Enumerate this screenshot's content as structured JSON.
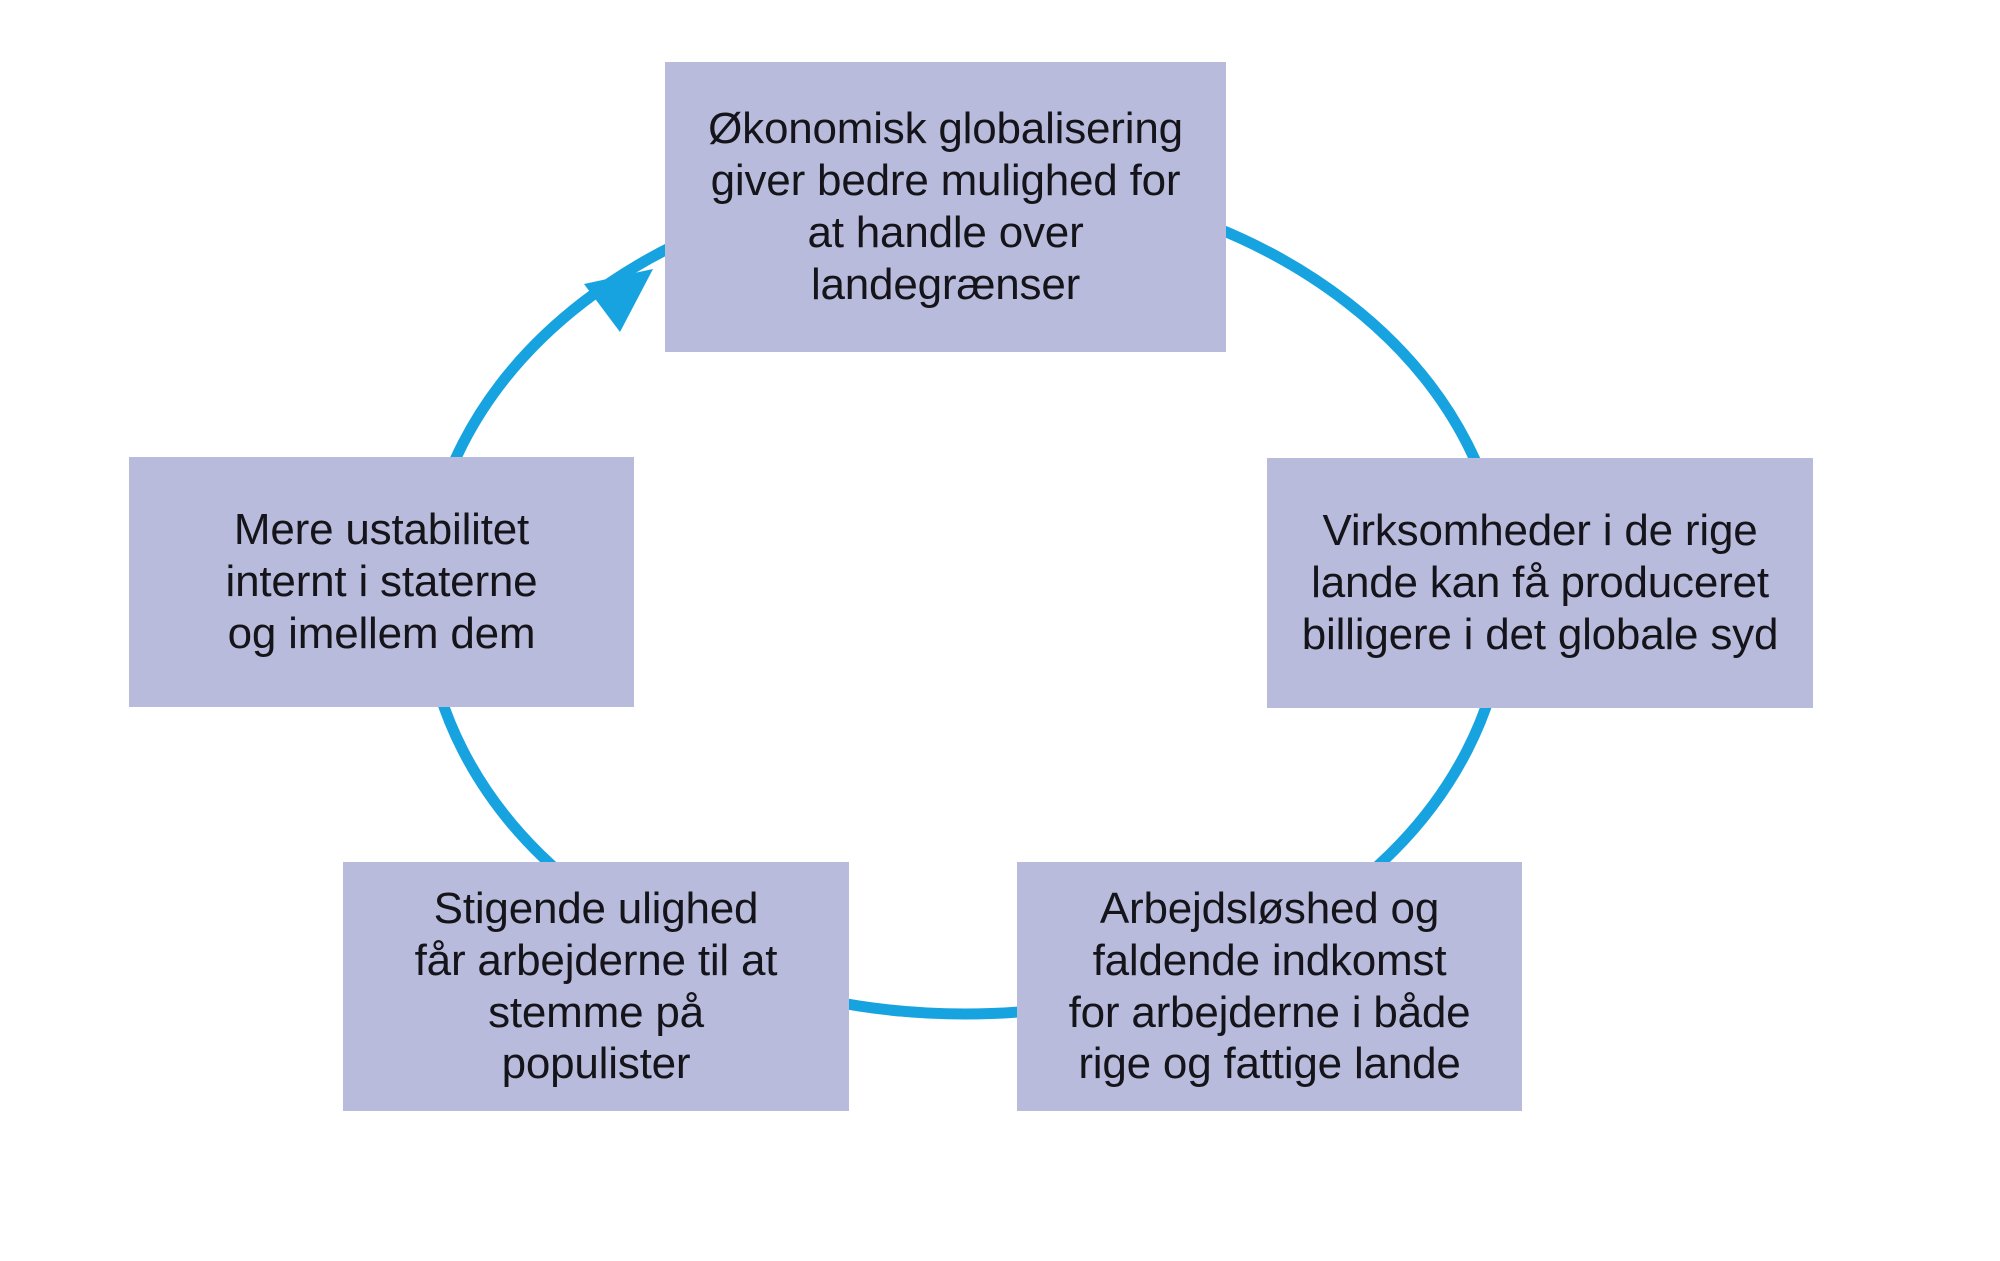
{
  "diagram": {
    "type": "cycle",
    "language": "da",
    "background_color": "#ffffff",
    "node_fill_color": "#b8bbdb",
    "node_text_color": "#14141a",
    "arrow_color": "#17a3e0",
    "cycle_order": [
      "top",
      "right",
      "bottom_right",
      "bottom_left",
      "left"
    ],
    "arrow": {
      "shape": "ellipse",
      "direction": "clockwise",
      "arrowhead_location": "upper-left, pointing to top node"
    },
    "nodes": {
      "top": {
        "text": "Økonomisk globalisering\ngiver bedre mulighed for\nat handle over\nlandegrænser"
      },
      "right": {
        "text": "Virksomheder i de rige\nlande kan få produceret\nbilligere i det globale syd"
      },
      "bottom_right": {
        "text": "Arbejdsløshed og\nfaldende indkomst\nfor arbejderne i både\nrige og fattige lande"
      },
      "bottom_left": {
        "text": "Stigende ulighed\nfår arbejderne til at\nstemme på\npopulister"
      },
      "left": {
        "text": "Mere ustabilitet\ninternt i staterne\nog imellem dem"
      }
    }
  }
}
